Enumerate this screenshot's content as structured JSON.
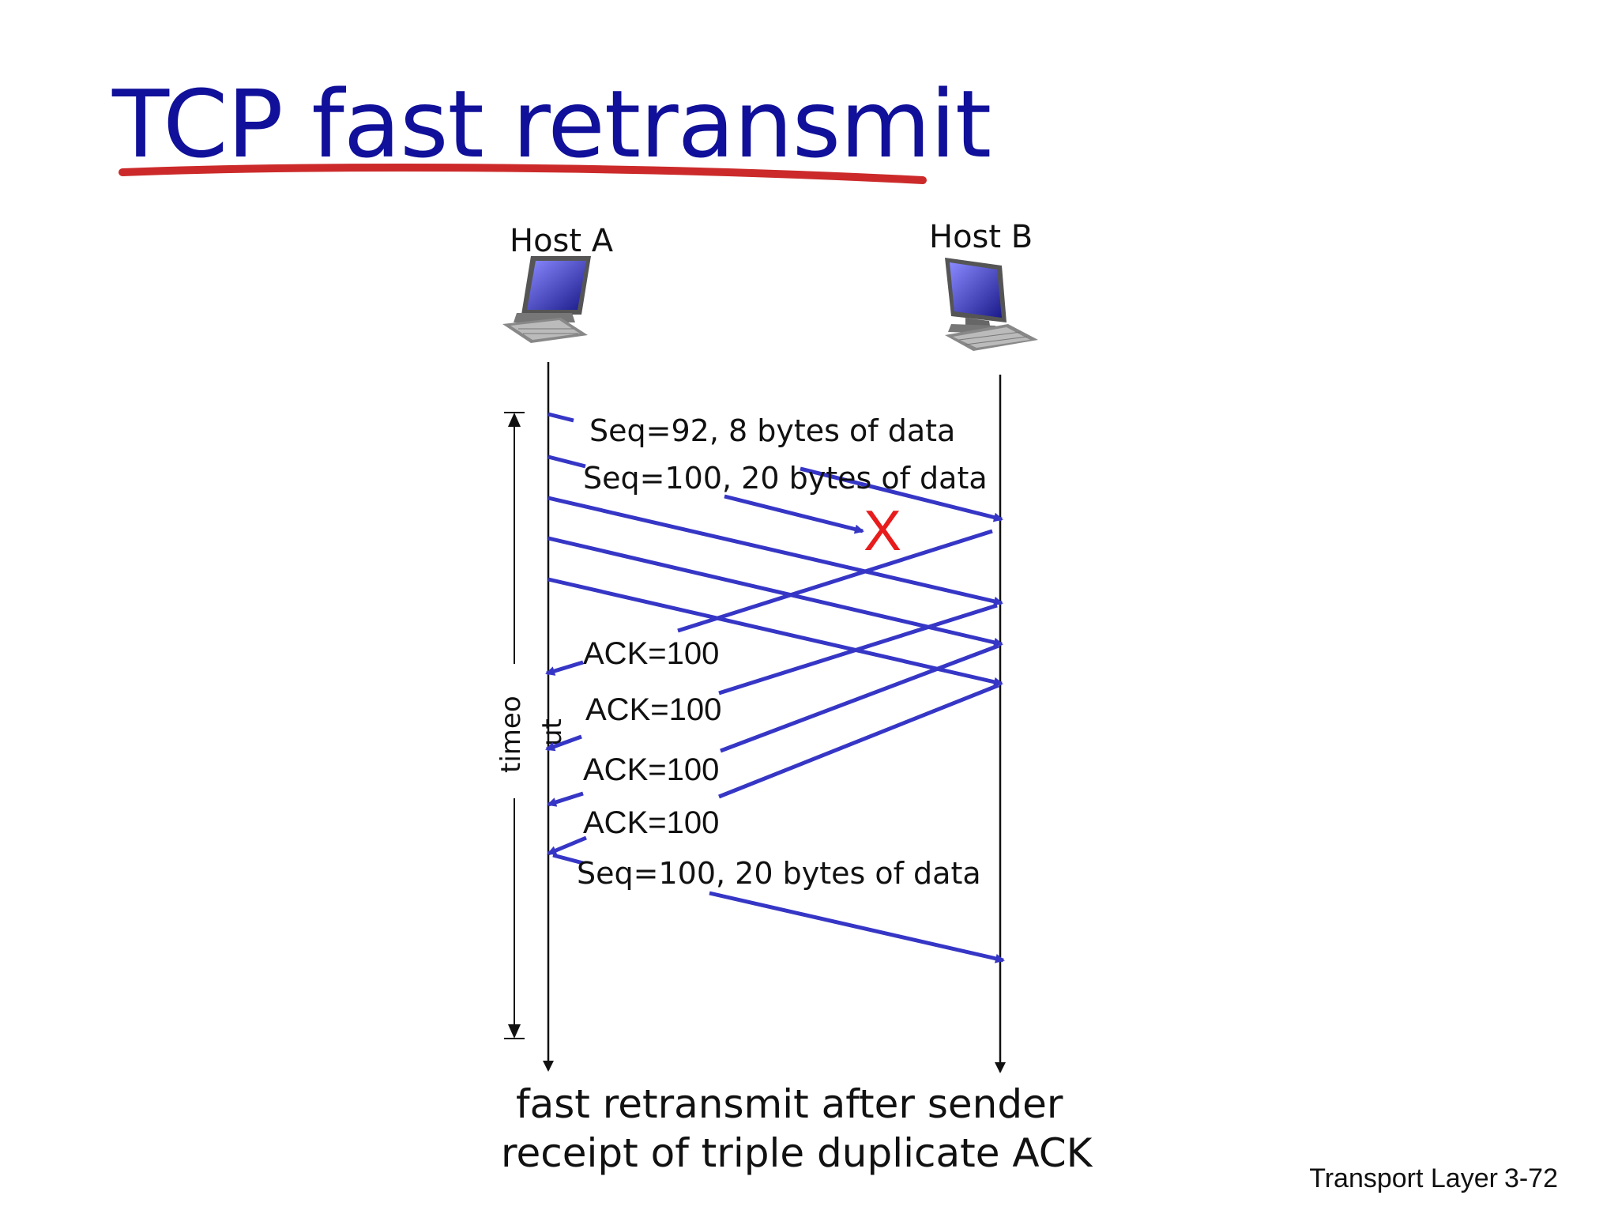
{
  "slide": {
    "title": "TCP fast retransmit",
    "footer_section": "Transport Layer",
    "footer_page": "3-72",
    "caption_line1": "fast retransmit after sender",
    "caption_line2": "receipt of triple duplicate ACK"
  },
  "hosts": {
    "a_label": "Host A",
    "b_label": "Host B"
  },
  "timer": {
    "label_part1": "timeo",
    "label_part2": "ut"
  },
  "messages": [
    {
      "text": "Seq=92, 8 bytes of data",
      "direction": "A-to-B"
    },
    {
      "text": "Seq=100, 20 bytes of data",
      "direction": "A-to-B",
      "lost": true
    },
    {
      "text": "ACK=100",
      "direction": "B-to-A"
    },
    {
      "text": "ACK=100",
      "direction": "B-to-A"
    },
    {
      "text": "ACK=100",
      "direction": "B-to-A"
    },
    {
      "text": "ACK=100",
      "direction": "B-to-A"
    },
    {
      "text": "Seq=100, 20 bytes of data",
      "direction": "A-to-B",
      "retransmit": true
    }
  ],
  "loss_marker": "X",
  "colors": {
    "title": "#10109a",
    "underline": "#cc2a2a",
    "arrow": "#3636c6",
    "loss": "#e81c1c"
  },
  "icons": {
    "host": "desktop-computer-icon"
  }
}
